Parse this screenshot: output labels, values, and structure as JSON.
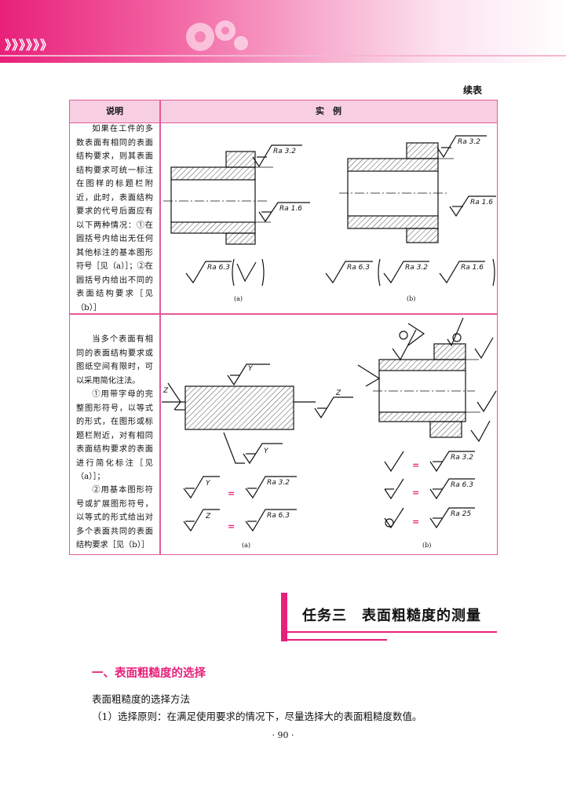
{
  "header": {
    "chevrons": "》》》》》》"
  },
  "continued_label": "续表",
  "table": {
    "col_headers": [
      "说明",
      "实　例"
    ],
    "rows": [
      {
        "desc": "如果在工件的多数表面有相同的表面结构要求，则其表面结构要求可统一标注在图样的标题栏附近，此时，表面结构要求的代号后面应有以下两种情况：①在圆括号内给出无任何其他标注的基本图形符号［见（a）］；②在圆括号内给出不同的表面结构要求［见（b）］"
      },
      {
        "desc_p1": "当多个表面有相同的表面结构要求或图纸空间有限时，可以采用简化注法。",
        "desc_p2": "①用带字母的完整图形符号，以等式的形式，在图形或标题栏附近，对有相同表面结构要求的表面进行简化标注［见（a）］；",
        "desc_p3": "②用基本图形符号或扩展图形符号，以等式的形式给出对多个表面共同的表面结构要求［见（b）］"
      }
    ]
  },
  "figure_labels": {
    "ra32": "Ra 3.2",
    "ra16": "Ra 1.6",
    "ra63": "Ra 6.3",
    "ra25": "Ra 25",
    "Y": "Y",
    "Z": "Z",
    "eq": "=",
    "a": "(a)",
    "b": "(b)"
  },
  "section": {
    "title": "任务三　表面粗糙度的测量"
  },
  "heading1": "一、表面粗糙度的选择",
  "para1": "表面粗糙度的选择方法",
  "para2": "（1）选择原则：在满足使用要求的情况下，尽量选择大的表面粗糙度数值。",
  "page_number": "· 90 ·",
  "colors": {
    "accent": "#e8207a",
    "table_border": "#e35a98",
    "header_fill": "#f8cfe2"
  }
}
